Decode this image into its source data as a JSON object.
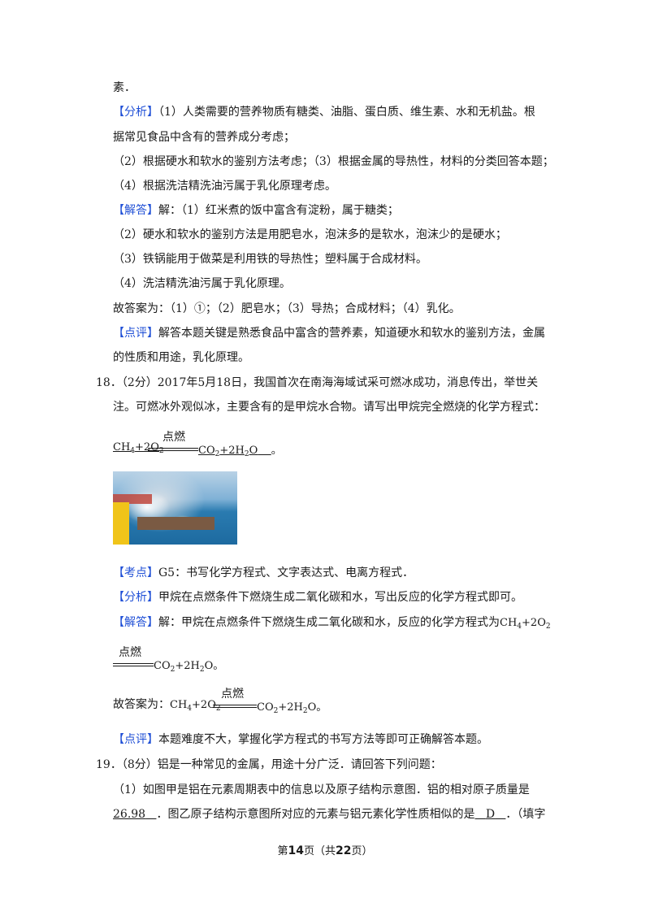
{
  "lines": {
    "l01": "素．",
    "l02_tag": "【分析】",
    "l02": "（1）人类需要的营养物质有糖类、油脂、蛋白质、维生素、水和无机盐。根",
    "l03": "据常见食品中含有的营养成分考虑；",
    "l04": "（2）根据硬水和软水的鉴别方法考虑；（3）根据金属的导热性，材料的分类回答本题；",
    "l05": "（4）根据洗洁精洗油污属于乳化原理考虑。",
    "l06_tag": "【解答】",
    "l06": "解：（1）红米煮的饭中富含有淀粉，属于糖类；",
    "l07": "（2）硬水和软水的鉴别方法是用肥皂水，泡沫多的是软水，泡沫少的是硬水；",
    "l08": "（3）铁锅能用于做菜是利用铁的导热性；塑料属于合成材料。",
    "l09": "（4）洗洁精洗油污属于乳化原理。",
    "l10": "故答案为：（1）①；（2）肥皂水；（3）导热；合成材料；（4）乳化。",
    "l11_tag": "【点评】",
    "l11": "解答本题关键是熟悉食品中富含的营养素，知道硬水和软水的鉴别方法，金属",
    "l12": "的性质和用途，乳化原理。",
    "l13": "18．（2分）2017年5月18日，我国首次在南海海域试采可燃冰成功，消息传出，举世关",
    "l14": "注。可燃冰外观似冰，主要含有的是甲烷水合物。请写出甲烷完全燃烧的化学方程式：",
    "eq1_period": "。",
    "l15_tag": "【考点】",
    "l15": "G5：书写化学方程式、文字表达式、电离方程式．",
    "l16_tag": "【分析】",
    "l16": "甲烷在点燃条件下燃烧生成二氧化碳和水，写出反应的化学方程式即可。",
    "l17_tag": "【解答】",
    "l17": "解：甲烷在点燃条件下燃烧生成二氧化碳和水，反应的化学方程式为",
    "l19": "故答案为：",
    "l20_tag": "【点评】",
    "l20": "本题难度不大，掌握化学方程式的书写方法等即可正确解答本题。",
    "l21": "19．（8分）铝是一种常见的金属，用途十分广泛．请回答下列问题：",
    "l22": "（1）如图甲是铝在元素周期表中的信息以及原子结构示意图．铝的相对原子质量是",
    "l23_ans1": "26.98",
    "l23_mid": "．图乙原子结构示意图所对应的元素与铝元素化学性质相似的是",
    "l23_ans2": "D",
    "l23_end": "．（填字"
  },
  "chem": {
    "condition": "点燃",
    "ch4": "CH",
    "ch4_sub": "4",
    "plus_2o": "+2O",
    "o2_sub": "2",
    "co2": "CO",
    "co2_sub": "2",
    "plus_2h": "+2H",
    "h2_sub": "2",
    "o": "O",
    "period": "。"
  },
  "footer": {
    "pre": "第",
    "page": "14",
    "mid": "页（共",
    "total": "22",
    "post": "页）"
  },
  "icons": {
    "photo": "gas-flare-ocean-photo"
  }
}
